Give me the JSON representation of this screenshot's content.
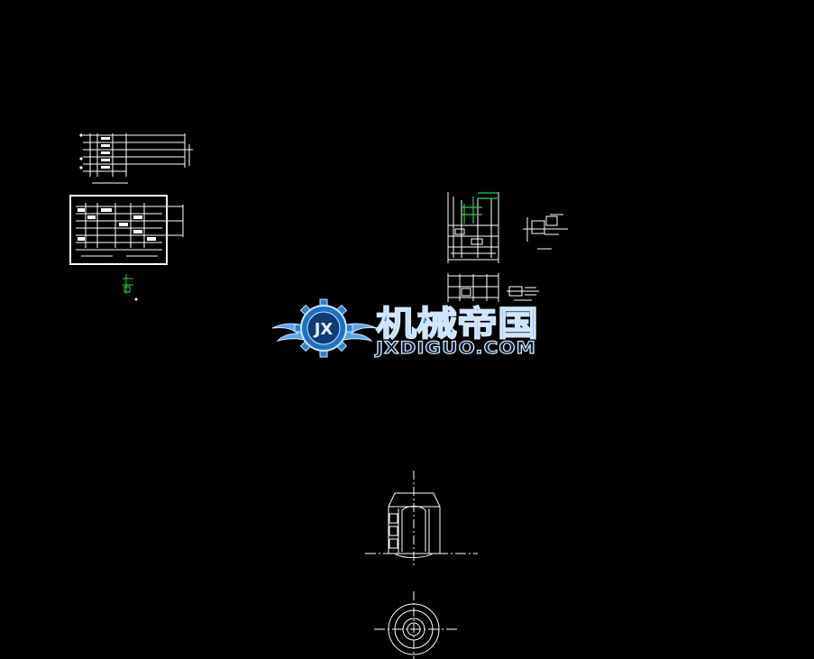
{
  "colors": {
    "background": "#000000",
    "line": "#ffffff",
    "accent": "#2bd34a",
    "watermark_blue": "#2c7fd6",
    "watermark_light": "#cfe6fb"
  },
  "watermark": {
    "logo_icon": "gear-wings-logo-icon",
    "logo_text": "JX",
    "title": "机械帝国",
    "url": "JXDIGUO.COM"
  }
}
